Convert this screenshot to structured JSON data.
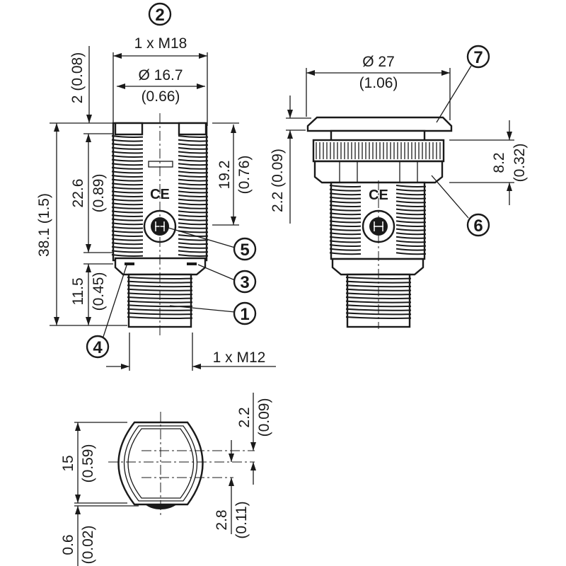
{
  "callouts": {
    "c1": "1",
    "c2": "2",
    "c3": "3",
    "c4": "4",
    "c5": "5",
    "c6": "6",
    "c7": "7"
  },
  "side_view": {
    "thread_label": "1 x M18",
    "diameter": "Ø 16.7",
    "diameter_in": "(0.66)",
    "top_offset": "2 (0.08)",
    "total_length": "38.1 (1.5)",
    "thread_length": "22.6",
    "thread_length_in": "(0.89)",
    "connector_length": "11.5",
    "connector_length_in": "(0.45)",
    "optic_height": "19.2",
    "optic_height_in": "(0.76)",
    "connector_thread": "1 x M12",
    "ce_mark": "CE"
  },
  "mounted_view": {
    "flange_diameter": "Ø 27",
    "flange_diameter_in": "(1.06)",
    "flange_thickness": "2.2 (0.09)",
    "nut_height": "8.2",
    "nut_height_in": "(0.32)",
    "ce_mark": "CE"
  },
  "bottom_view": {
    "height": "15",
    "height_in": "(0.59)",
    "offset": "0.6",
    "offset_in": "(0.02)",
    "axis_offset_top": "2.2",
    "axis_offset_top_in": "(0.09)",
    "axis_offset_bottom": "2.8",
    "axis_offset_bottom_in": "(0.11)"
  }
}
